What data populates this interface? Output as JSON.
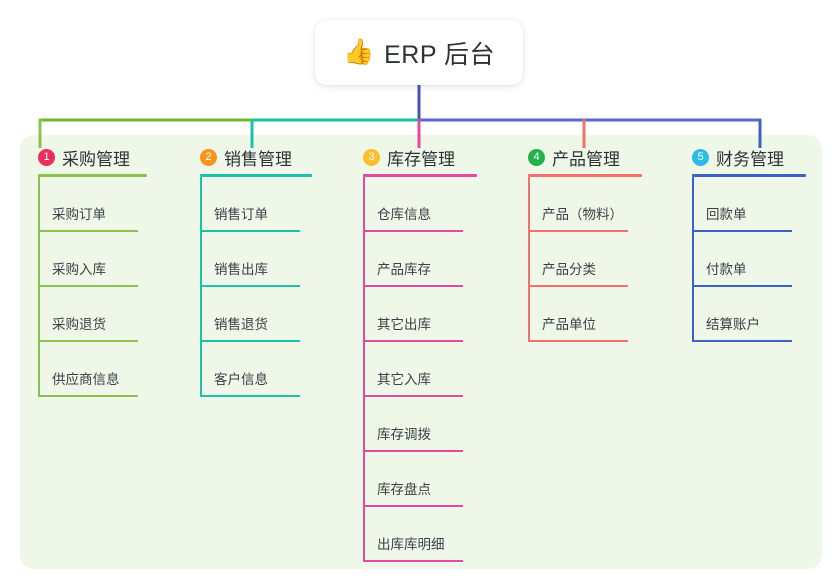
{
  "root": {
    "icon": "thumbs-up-icon",
    "emoji": "👍",
    "title": "ERP 后台"
  },
  "colors": {
    "panel_bg": "#eef7e8",
    "root_stem": "#4355bd",
    "bar_green": "#76b62f",
    "bar_teal": "#18c0a5",
    "bar_purple": "#5866cf",
    "green": "#8cc152",
    "teal": "#19c2a8",
    "pink": "#e2499f",
    "red": "#f4716b",
    "blue": "#3f62c0",
    "badge1": "#ea2f5d",
    "badge2": "#f7931e",
    "badge3": "#fbc02d",
    "badge4": "#22b24c",
    "badge5": "#2fbbe8",
    "text": "#2f3136",
    "leaf_text": "#3c3f45"
  },
  "columns": [
    {
      "index": "1",
      "title": "采购管理",
      "badge_color": "#ea2f5d",
      "line_color": "#8cc152",
      "items": [
        {
          "label": "采购订单"
        },
        {
          "label": "采购入库"
        },
        {
          "label": "采购退货"
        },
        {
          "label": "供应商信息"
        }
      ]
    },
    {
      "index": "2",
      "title": "销售管理",
      "badge_color": "#f7931e",
      "line_color": "#19c2a8",
      "items": [
        {
          "label": "销售订单"
        },
        {
          "label": "销售出库"
        },
        {
          "label": "销售退货"
        },
        {
          "label": "客户信息"
        }
      ]
    },
    {
      "index": "3",
      "title": "库存管理",
      "badge_color": "#fbc02d",
      "line_color": "#e2499f",
      "items": [
        {
          "label": "仓库信息"
        },
        {
          "label": "产品库存"
        },
        {
          "label": "其它出库"
        },
        {
          "label": "其它入库"
        },
        {
          "label": "库存调拨"
        },
        {
          "label": "库存盘点"
        },
        {
          "label": "出库库明细"
        }
      ]
    },
    {
      "index": "4",
      "title": "产品管理",
      "badge_color": "#22b24c",
      "line_color": "#f4716b",
      "items": [
        {
          "label": "产品（物料）"
        },
        {
          "label": "产品分类"
        },
        {
          "label": "产品单位"
        }
      ]
    },
    {
      "index": "5",
      "title": "财务管理",
      "badge_color": "#2fbbe8",
      "line_color": "#3f62c0",
      "items": [
        {
          "label": "回款单"
        },
        {
          "label": "付款单"
        },
        {
          "label": "结算账户"
        }
      ]
    }
  ]
}
